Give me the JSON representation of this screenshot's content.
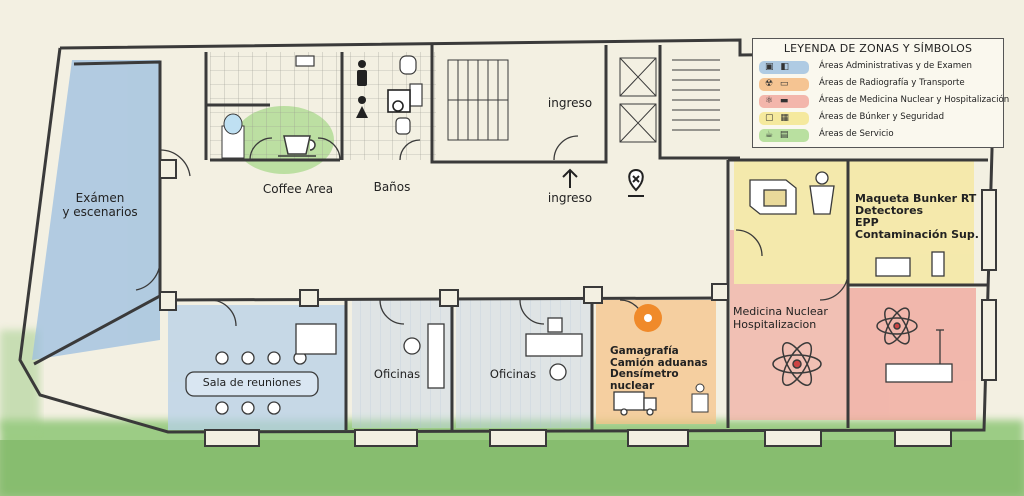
{
  "legend": {
    "title": "LEYENDA DE ZONAS Y SÍMBOLOS",
    "items": [
      {
        "label": "Áreas Administrativas y de Examen",
        "color": "#9cbfe0",
        "icon": "admin-icons"
      },
      {
        "label": "Áreas de Radiografía y Transporte",
        "color": "#f4b77a",
        "icon": "radiation-truck-icons"
      },
      {
        "label": "Áreas de Medicina Nuclear y Hospitalización",
        "color": "#f1a59a",
        "icon": "atom-bed-icons"
      },
      {
        "label": "Áreas de Búnker y Seguridad",
        "color": "#f4e58a",
        "icon": "bunker-icons"
      },
      {
        "label": "Áreas de Servicio",
        "color": "#a9d98c",
        "icon": "service-icons"
      }
    ]
  },
  "rooms": {
    "examen": "Exámen\ny escenarios",
    "coffee": "Coffee Area",
    "banos": "Baños",
    "ingreso_stair": "ingreso",
    "ingreso_main": "ingreso",
    "bunker": "Maqueta Bunker RT\nDetectores\nEPP\nContaminación Sup.",
    "medicina": "Medicina Nuclear\nHospitalizacion",
    "reuniones": "Sala de reuniones",
    "oficinas_1": "Oficinas",
    "oficinas_2": "Oficinas",
    "gamagrafia": "Gamagrafía\nCamión aduanas\nDensímetro nuclear"
  },
  "colors": {
    "admin": "#9cbfe0",
    "radiography": "#f4b77a",
    "nuclear": "#f1a59a",
    "bunker": "#f4e58a",
    "service": "#a9d98c",
    "wall": "#3a3a3a",
    "grass": "#7fb765"
  }
}
